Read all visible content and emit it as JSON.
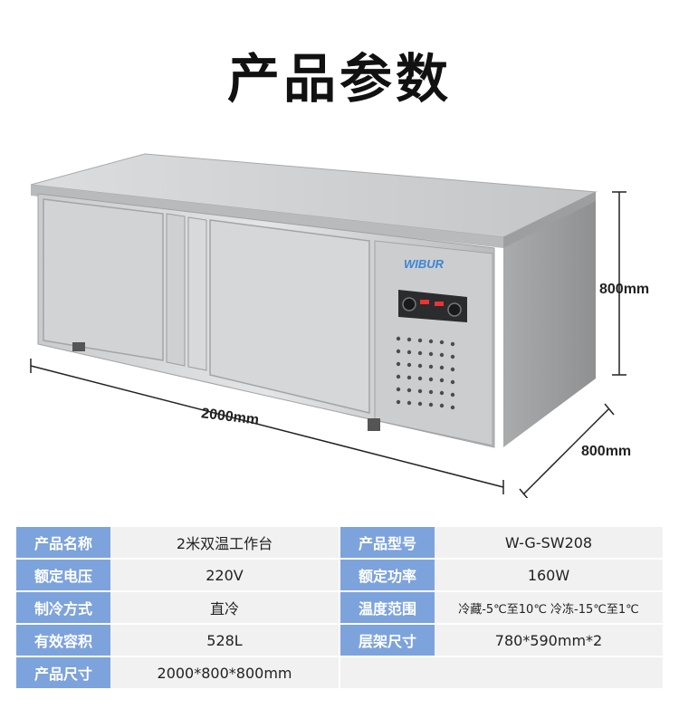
{
  "page": {
    "title": "产品参数",
    "brand_logo": "WIBUR"
  },
  "dimensions": {
    "length": "2000mm",
    "height": "800mm",
    "depth": "800mm"
  },
  "colors": {
    "header_cell": "#7da3dc",
    "value_cell": "#f1f1f1",
    "brand_blue": "#3a86d6"
  },
  "specs": {
    "rows": [
      [
        {
          "label": "产品名称",
          "value": "2米双温工作台"
        },
        {
          "label": "产品型号",
          "value": "W-G-SW208"
        }
      ],
      [
        {
          "label": "额定电压",
          "value": "220V"
        },
        {
          "label": "额定功率",
          "value": "160W"
        }
      ],
      [
        {
          "label": "制冷方式",
          "value": "直冷"
        },
        {
          "label": "温度范围",
          "value": "冷藏-5℃至10℃ 冷冻-15℃至1℃"
        }
      ],
      [
        {
          "label": "有效容积",
          "value": "528L"
        },
        {
          "label": "层架尺寸",
          "value": "780*590mm*2"
        }
      ],
      [
        {
          "label": "产品尺寸",
          "value": "2000*800*800mm"
        }
      ]
    ]
  }
}
